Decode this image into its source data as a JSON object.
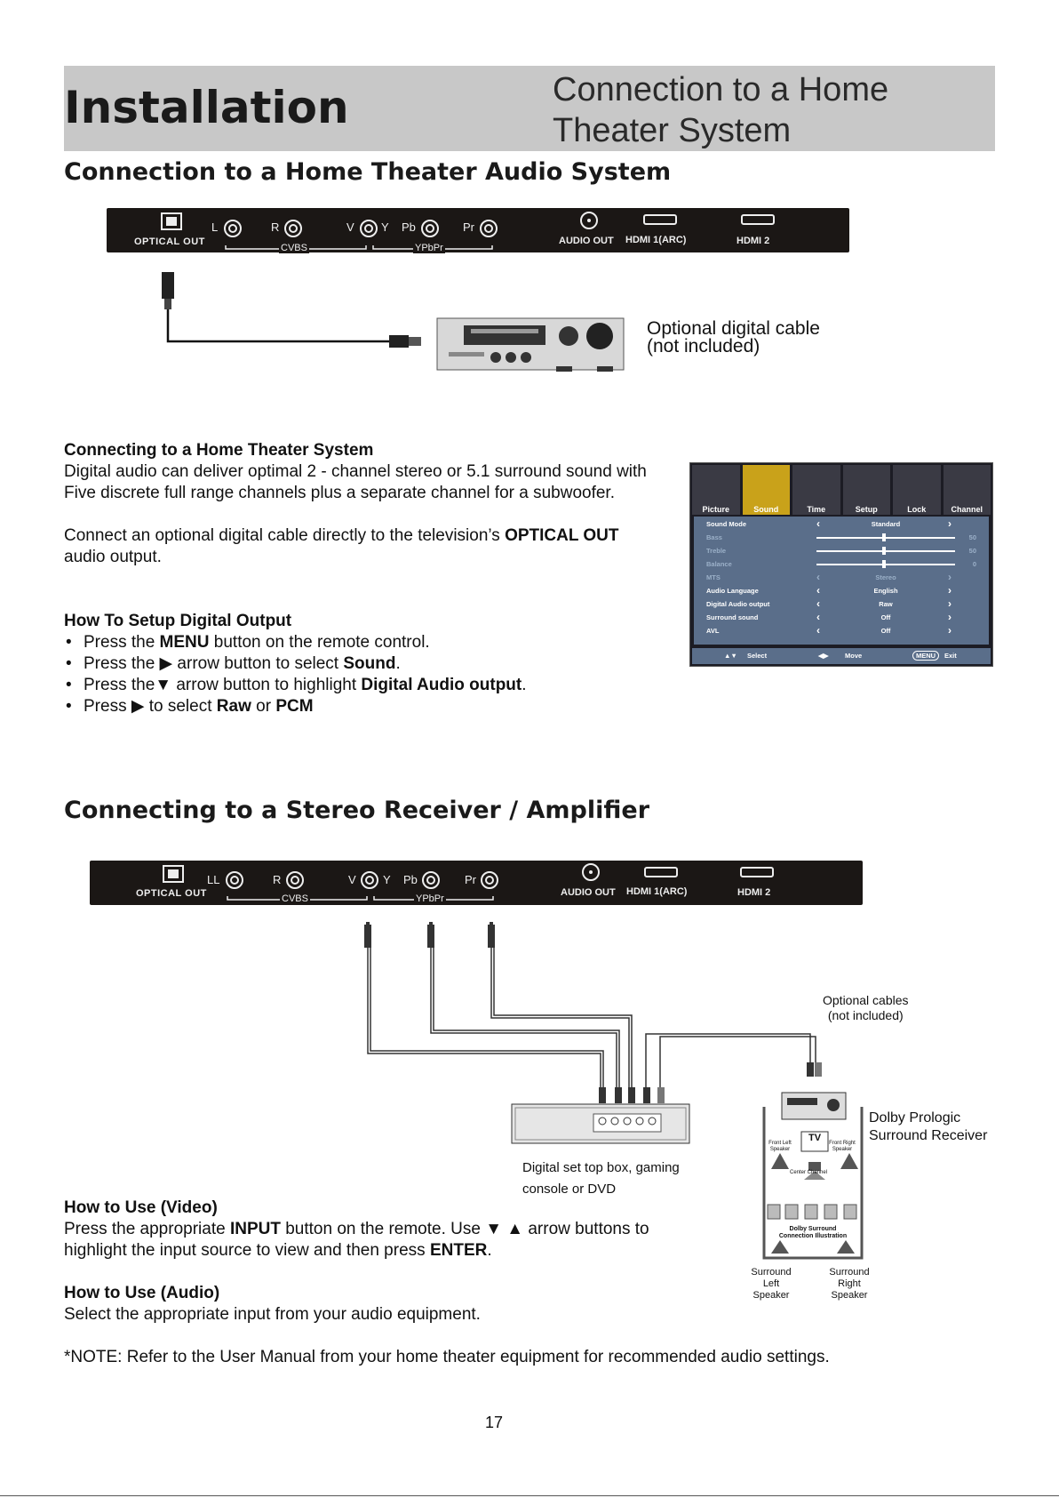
{
  "header": {
    "section": "Installation",
    "topic_line1": "Connection to a Home",
    "topic_line2": "Theater System"
  },
  "section1": {
    "title": "Connection to a Home Theater Audio System",
    "panel": {
      "optical_out": "OPTICAL OUT",
      "l": "L",
      "r": "R",
      "v": "V",
      "y": "Y",
      "pb": "Pb",
      "pr": "Pr",
      "cvbs": "CVBS",
      "ypbpr": "YPbPr",
      "audio_out": "AUDIO OUT",
      "hdmi1": "HDMI 1(ARC)",
      "hdmi2": "HDMI 2"
    },
    "cable_note_line1": "Optional digital cable",
    "cable_note_line2": "(not included)"
  },
  "connecting": {
    "heading": "Connecting to a Home Theater System",
    "para1_line1": "Digital audio can deliver optimal 2 - channel stereo or 5.1 surround sound with",
    "para1_line2": "Five discrete full range channels plus a separate channel for a subwoofer.",
    "para2_pre": "Connect an optional digital cable directly to the television’s ",
    "para2_bold": "OPTICAL OUT",
    "para2_post": "audio output."
  },
  "setup": {
    "heading": "How To Setup Digital Output",
    "b1_pre": "Press the ",
    "b1_bold": "MENU",
    "b1_post": " button on the remote control.",
    "b2_pre": "Press the ▶ arrow button to select ",
    "b2_bold": "Sound",
    "b2_post": ".",
    "b3_pre": "Press the▼ arrow button to highlight ",
    "b3_bold": "Digital Audio output",
    "b3_post": ".",
    "b4_pre": "Press ▶ to select ",
    "b4_bold1": "Raw",
    "b4_mid": " or ",
    "b4_bold2": "PCM"
  },
  "menu": {
    "tabs": [
      "Picture",
      "Sound",
      "Time",
      "Setup",
      "Lock",
      "Channel"
    ],
    "rows": [
      {
        "label": "Sound Mode",
        "value": "Standard"
      },
      {
        "label": "Bass",
        "value": "50"
      },
      {
        "label": "Treble",
        "value": "50"
      },
      {
        "label": "Balance",
        "value": "0"
      },
      {
        "label": "MTS",
        "value": "Stereo"
      },
      {
        "label": "Audio Language",
        "value": "English"
      },
      {
        "label": "Digital Audio output",
        "value": "Raw"
      },
      {
        "label": "Surround sound",
        "value": "Off"
      },
      {
        "label": "AVL",
        "value": "Off"
      }
    ],
    "footer_select": "Select",
    "footer_move": "Move",
    "footer_menu": "MENU",
    "footer_exit": "Exit"
  },
  "section2": {
    "title": "Connecting to a Stereo Receiver / Amplifier",
    "panel": {
      "optical_out": "OPTICAL OUT",
      "l": "LL",
      "r": "R",
      "v": "V",
      "y": "Y",
      "pb": "Pb",
      "pr": "Pr",
      "cvbs": "CVBS",
      "ypbpr": "YPbPr",
      "audio_out": "AUDIO OUT",
      "hdmi1": "HDMI 1(ARC)",
      "hdmi2": "HDMI 2"
    },
    "optional_cables_line1": "Optional cables",
    "optional_cables_line2": "(not included)",
    "receiver_line1": "Dolby Prologic",
    "receiver_line2": "Surround Receiver",
    "settop_line1": "Digital set top box, gaming",
    "settop_line2": "console or DVD",
    "front_left": "Front Left Speaker",
    "front_right": "Front Right Speaker",
    "tv": "TV",
    "center": "Center Channel",
    "dolby_illus_line1": "Dolby Surround",
    "dolby_illus_line2": "Connection Illustration",
    "surround_left_line1": "Surround Left",
    "surround_left_line2": "Speaker",
    "surround_right_line1": "Surround Right",
    "surround_right_line2": "Speaker"
  },
  "use_video": {
    "heading": "How to Use (Video)",
    "line1_pre": "Press the appropriate ",
    "line1_bold": "INPUT",
    "line1_post": " button on the remote. Use ▼ ▲ arrow buttons to",
    "line2_pre": "highlight the input source to view and then press ",
    "line2_bold": "ENTER",
    "line2_post": "."
  },
  "use_audio": {
    "heading": "How to Use (Audio)",
    "line1": "Select the appropriate input from your audio equipment."
  },
  "note": "*NOTE: Refer to the User Manual from your home theater equipment for recommended audio settings.",
  "page_number": "17"
}
